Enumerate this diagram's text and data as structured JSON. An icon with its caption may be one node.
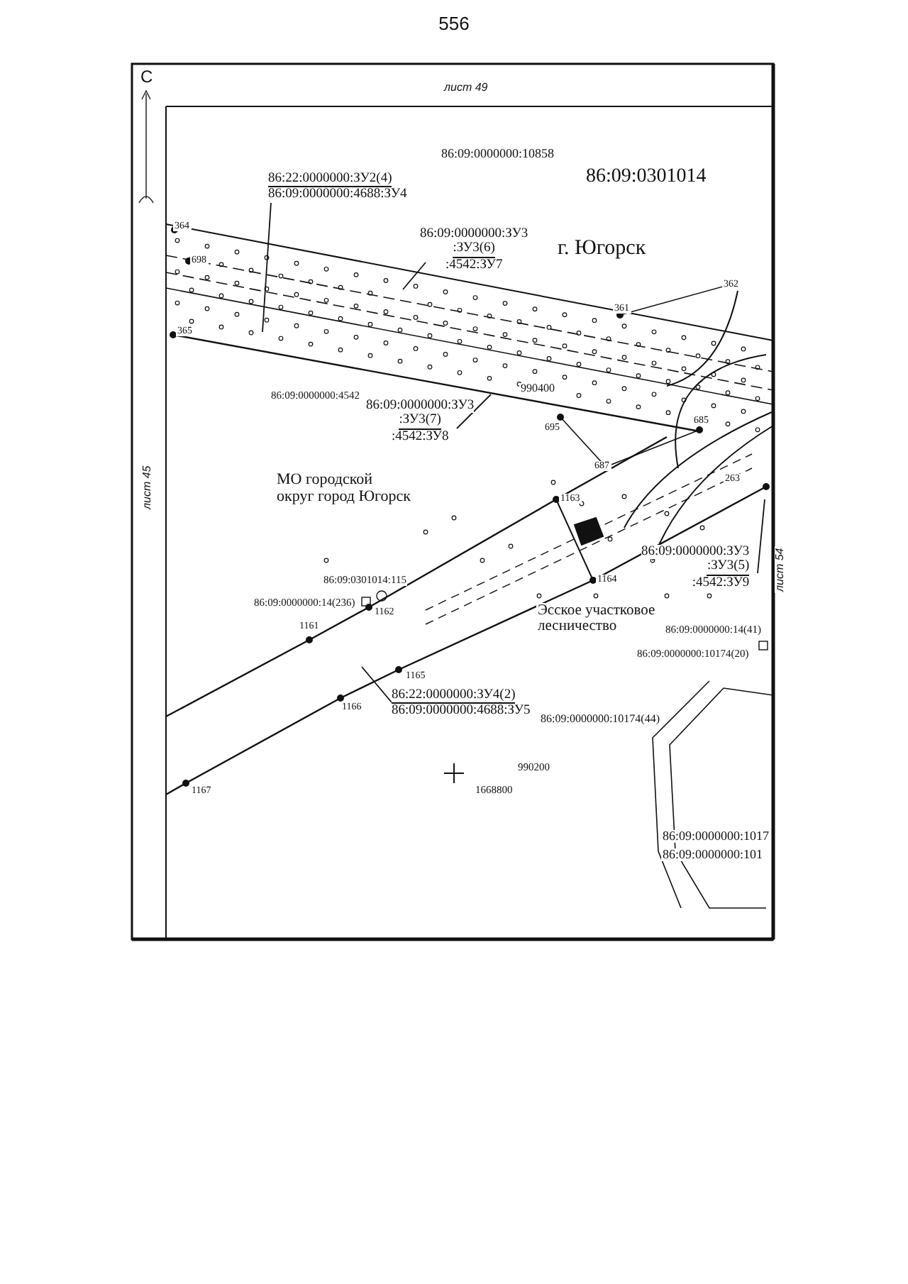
{
  "diagram": {
    "title": "556",
    "nodes": [
      {
        "text": [
          "86:22:0000000:ЗУ2(4)",
          "86:09:0000000:4688:ЗУ4"
        ]
      },
      {
        "text": [
          "86:09:0000000:ЗУ3",
          ":ЗУ3(6)",
          ":4542:ЗУ7"
        ]
      },
      {
        "text": [
          "86:09:0000000:ЗУ3",
          ":ЗУ3(7)",
          ":4542:ЗУ8"
        ]
      },
      {
        "text": [
          "86:09:0000000:ЗУ3",
          ":ЗУ3(5)",
          ":4542:ЗУ9"
        ]
      },
      {
        "text": [
          "86:22:0000000:ЗУ4(2)",
          "86:09:0000000:4688:ЗУ5"
        ]
      }
    ],
    "edges": [
      {
        "from": 0,
        "to": null,
        "arrow": "none"
      },
      {
        "from": 1,
        "to": null,
        "arrow": "none"
      },
      {
        "from": 2,
        "to": null,
        "arrow": "none"
      },
      {
        "from": 3,
        "to": null,
        "arrow": "none"
      },
      {
        "from": 4,
        "to": null,
        "arrow": "none"
      }
    ],
    "labels": [
      "С",
      "лист 49",
      "86:09:0000000:10858",
      "86:09:0301014",
      "364",
      "698",
      "г. Югорск",
      "361",
      "362",
      "365",
      "86:09:0000000:4542",
      "990400",
      "695",
      "685",
      "лист 45",
      "687",
      "МО городской округ город Югорск",
      "1163",
      "263",
      "лист 54",
      "86:09:0301014:115",
      "86:09:0000000:14(236)",
      "1162",
      "1164",
      "1161",
      "Эсское участковое лесничество",
      "86:09:0000000:14(41)",
      "86:09:0000000:10174(20)",
      "1165",
      "1166",
      "86:09:0000000:10174(44)",
      "990200",
      "1668800",
      "1167",
      "86:09:0000000:1017",
      "86:09:0000000:101"
    ]
  }
}
